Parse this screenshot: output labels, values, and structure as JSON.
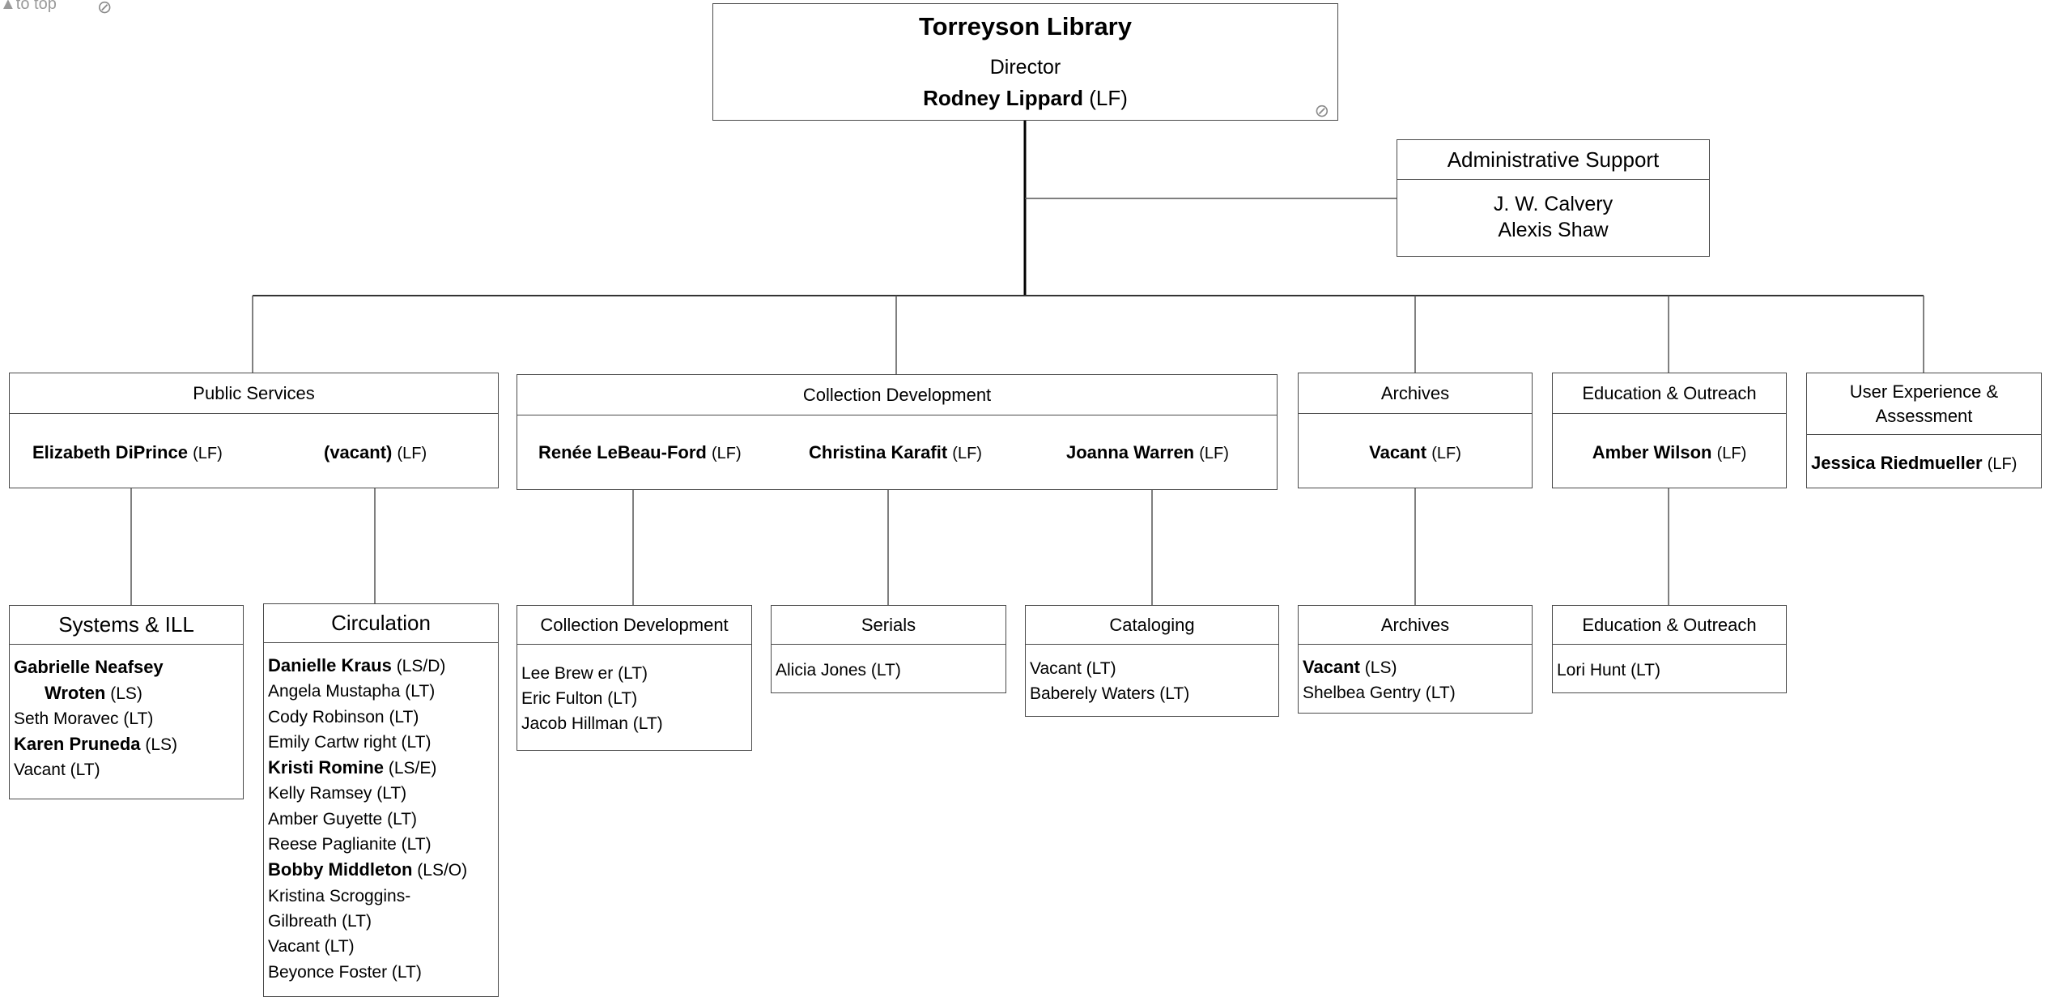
{
  "nav": {
    "to_top": "▲to top",
    "link_glyph": "⊘"
  },
  "director_box": {
    "org": "Torreyson Library",
    "role": "Director",
    "name": "Rodney Lippard",
    "tag": "(LF)"
  },
  "admin_box": {
    "title": "Administrative Support",
    "names": [
      "J. W. Calvery",
      "Alexis Shaw"
    ]
  },
  "units": {
    "public": {
      "title": "Public Services",
      "p1": {
        "name": "Elizabeth DiPrince",
        "tag": "(LF)"
      },
      "p2": {
        "name": "(vacant)",
        "tag": "(LF)"
      }
    },
    "collection": {
      "title": "Collection Development",
      "p1": {
        "name": "Renée LeBeau-Ford",
        "tag": "(LF)"
      },
      "p2": {
        "name": "Christina Karafit",
        "tag": "(LF)"
      },
      "p3": {
        "name": "Joanna Warren",
        "tag": "(LF)"
      }
    },
    "archives": {
      "title": "Archives",
      "p1": {
        "name": "Vacant",
        "tag": "(LF)"
      }
    },
    "education": {
      "title": "Education & Outreach",
      "p1": {
        "name": "Amber Wilson",
        "tag": "(LF)"
      }
    },
    "ux": {
      "title": "User Experience & Assessment",
      "p1": {
        "name": "Jessica Riedmueller",
        "tag": "(LF)"
      }
    }
  },
  "depts": {
    "systems": {
      "title": "Systems & ILL",
      "r0": {
        "name": "Gabrielle Neafsey",
        "tag": ""
      },
      "r1": {
        "name": "Wroten",
        "tag": "(LS)"
      },
      "r2": {
        "name": "Seth Moravec",
        "tag": "(LT)"
      },
      "r3": {
        "name": "Karen Pruneda",
        "tag": "(LS)"
      },
      "r4": {
        "name": "Vacant",
        "tag": "(LT)"
      }
    },
    "circulation": {
      "title": "Circulation",
      "r0": {
        "name": "Danielle Kraus",
        "tag": "(LS/D)"
      },
      "r1": {
        "name": "Angela Mustapha",
        "tag": "(LT)"
      },
      "r2": {
        "name": "Cody Robinson",
        "tag": "(LT)"
      },
      "r3": {
        "name": "Emily Cartw right",
        "tag": "(LT)"
      },
      "r4": {
        "name": "Kristi Romine",
        "tag": "(LS/E)"
      },
      "r5": {
        "name": "Kelly Ramsey",
        "tag": "(LT)"
      },
      "r6": {
        "name": "Amber Guyette",
        "tag": "(LT)"
      },
      "r7": {
        "name": "Reese Paglianite",
        "tag": "(LT)"
      },
      "r8": {
        "name": "Bobby Middleton",
        "tag": "(LS/O)"
      },
      "r9": {
        "name": "Kristina Scroggins-",
        "tag": ""
      },
      "r10": {
        "name": "Gilbreath",
        "tag": "(LT)"
      },
      "r11": {
        "name": "Vacant",
        "tag": "(LT)"
      },
      "r12": {
        "name": "Beyonce Foster",
        "tag": "(LT)"
      }
    },
    "colldev": {
      "title": "Collection Development",
      "r0": {
        "name": "Lee Brew er",
        "tag": "(LT)"
      },
      "r1": {
        "name": "Eric Fulton",
        "tag": "(LT)"
      },
      "r2": {
        "name": "Jacob Hillman",
        "tag": "(LT)"
      }
    },
    "serials": {
      "title": "Serials",
      "r0": {
        "name": "Alicia Jones",
        "tag": "(LT)"
      }
    },
    "cataloging": {
      "title": "Cataloging",
      "r0": {
        "name": "Vacant",
        "tag": "(LT)"
      },
      "r1": {
        "name": "Baberely Waters",
        "tag": "(LT)"
      }
    },
    "archives": {
      "title": "Archives",
      "r0": {
        "name": "Vacant",
        "tag": "(LS)"
      },
      "r1": {
        "name": "Shelbea Gentry",
        "tag": "(LT)"
      }
    },
    "education": {
      "title": "Education & Outreach",
      "r0": {
        "name": "Lori Hunt",
        "tag": "(LT)"
      }
    }
  }
}
